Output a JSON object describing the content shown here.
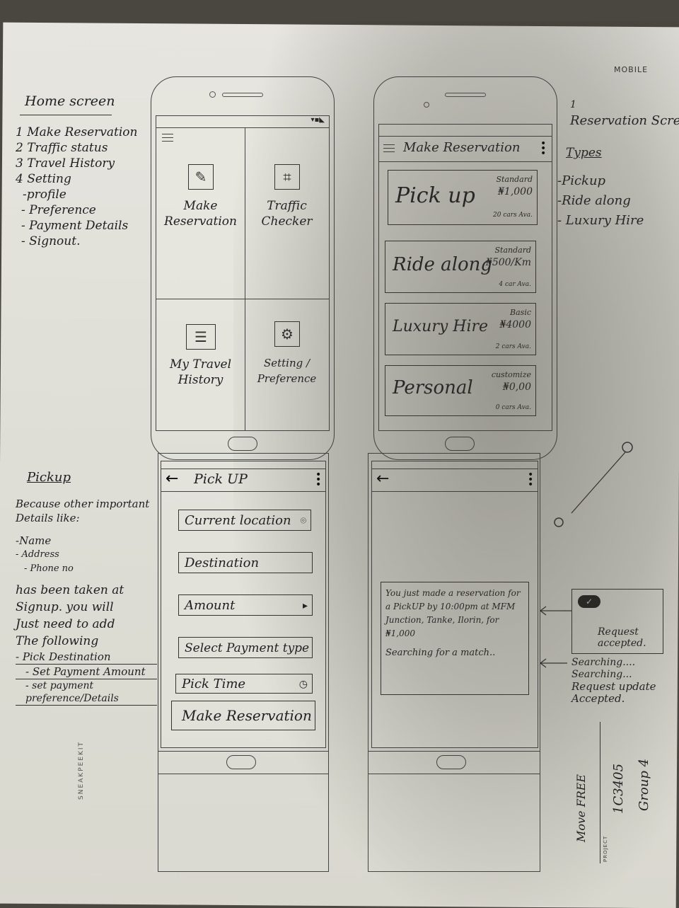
{
  "corner_label": "MOBILE",
  "brand_label": "SNEAKPEEKIT",
  "project_label": "PROJECT",
  "home_notes": {
    "title": "Home screen",
    "items": [
      "1 Make Reservation",
      "2 Traffic status",
      "3 Travel History",
      "4 Setting",
      "-profile",
      "- Preference",
      "- Payment Details",
      "- Signout."
    ]
  },
  "home_screen": {
    "tiles": [
      "Make Reservation",
      "Traffic Checker",
      "My Travel History",
      "Setting / Preference"
    ]
  },
  "reservation_screen": {
    "title": "Make Reservation",
    "cards": [
      {
        "name": "Pick up",
        "tier": "Standard",
        "price": "₦1,000",
        "avail": "20 cars Ava."
      },
      {
        "name": "Ride along",
        "tier": "Standard",
        "price": "₦500/Km",
        "avail": "4 car Ava."
      },
      {
        "name": "Luxury Hire",
        "tier": "Basic",
        "price": "₦4000",
        "avail": "2 cars Ava."
      },
      {
        "name": "Personal",
        "tier": "customize",
        "price": "₦0,00",
        "avail": "0 cars Ava."
      }
    ]
  },
  "reservation_notes": {
    "number": "1",
    "title": "Reservation Screen",
    "types_label": "Types",
    "types": [
      "-Pickup",
      "-Ride along",
      "- Luxury Hire"
    ]
  },
  "pickup_notes": {
    "title": "Pickup",
    "lines": [
      "Because other important",
      "Details like:",
      "-Name",
      "- Address",
      "- Phone no",
      "has been taken at",
      "Signup. you will",
      "Just need to add",
      "The following",
      "- Pick Destination",
      "- Set Payment Amount",
      "- set payment preference/Details"
    ]
  },
  "pickup_screen": {
    "title": "Pick UP",
    "fields": [
      "Current location",
      "Destination",
      "Amount",
      "Select Payment type",
      "Pick Time"
    ],
    "submit": "Make Reservation"
  },
  "confirm_screen": {
    "message": "You just made a reservation for a PickUP by 10:00pm at MFM Junction, Tanke, Ilorin, for ₦1,000",
    "searching": "Searching for a match.."
  },
  "right_notes": {
    "popup": "Request accepted.",
    "lines": [
      "Searching....",
      "Searching...",
      "Request update",
      "Accepted."
    ]
  },
  "signature": {
    "project": "Move FREE",
    "id": "1C3405",
    "group": "Group 4"
  }
}
